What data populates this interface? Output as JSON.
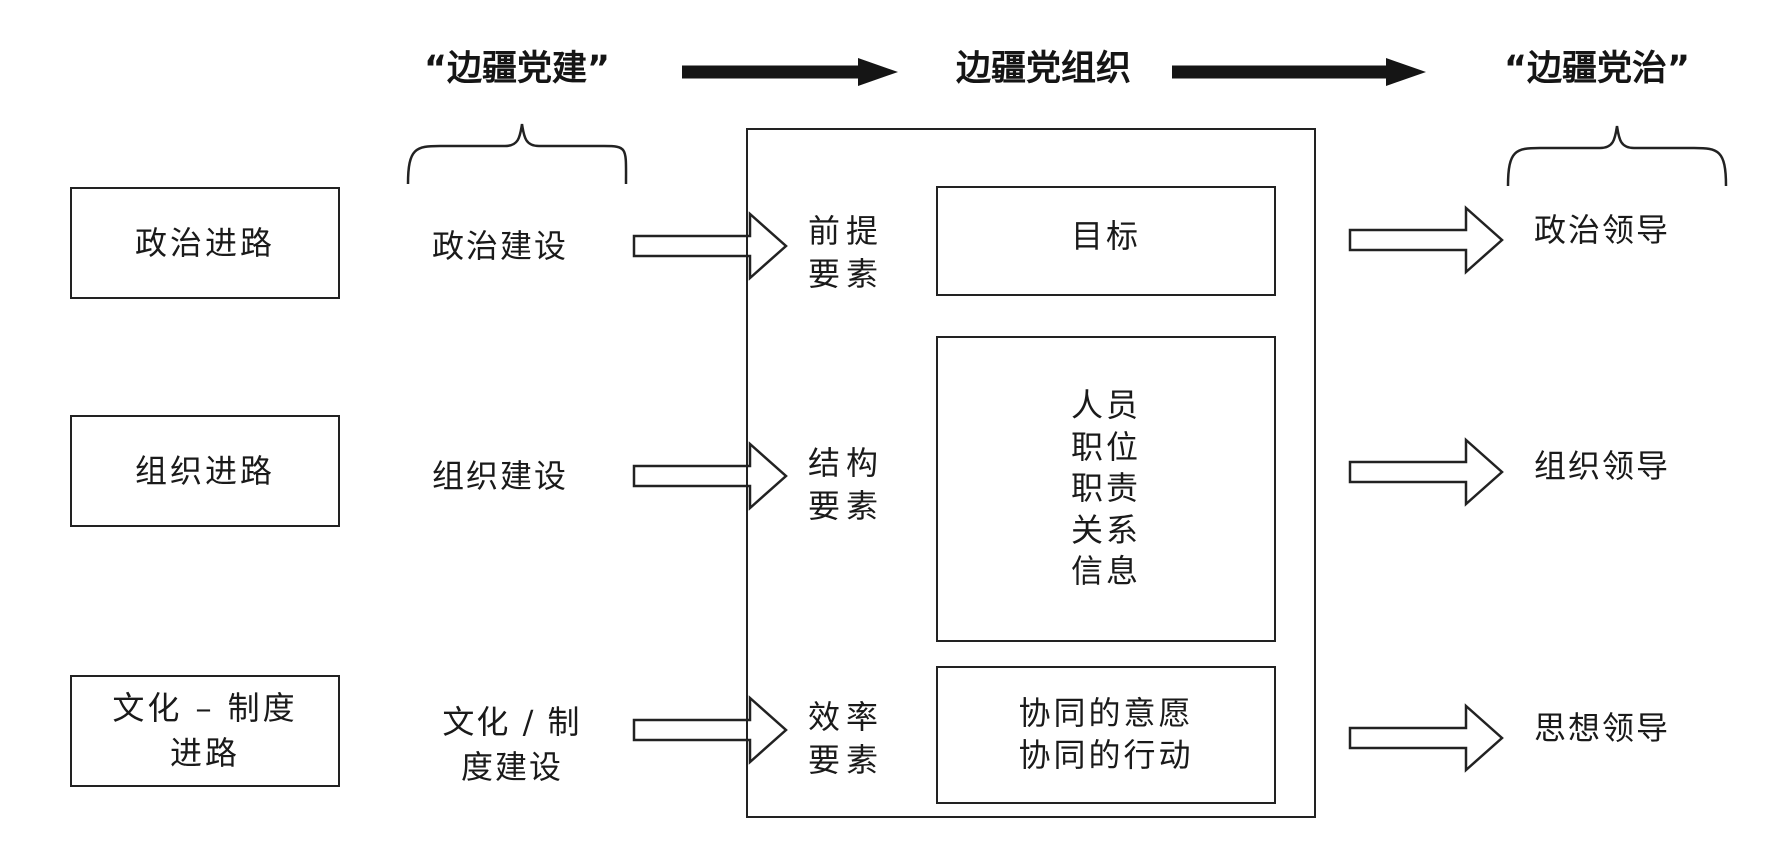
{
  "headings": {
    "left": "“边疆党建”",
    "middle": "边疆党组织",
    "right": "“边疆党治”"
  },
  "paths": [
    "政治进路",
    "组织进路",
    "文化 – 制度进路"
  ],
  "constructions": [
    "政治建设",
    "组织建设",
    "文化 / 制度建设"
  ],
  "elements": [
    {
      "label": "前提要素",
      "content": [
        "目标"
      ]
    },
    {
      "label": "结构要素",
      "content": [
        "人员",
        "职位",
        "职责",
        "关系",
        "信息"
      ]
    },
    {
      "label": "效率要素",
      "content": [
        "协同的意愿",
        "协同的行动"
      ]
    }
  ],
  "leadership": [
    "政治领导",
    "组织领导",
    "思想领导"
  ]
}
